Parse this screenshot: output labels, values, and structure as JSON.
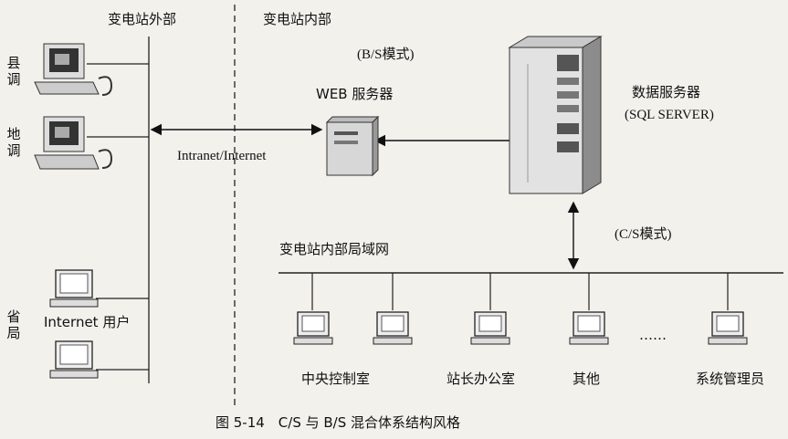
{
  "regions": {
    "outside": "变电站外部",
    "inside": "变电站内部"
  },
  "side_labels": {
    "county": "县调",
    "district": "地调",
    "province": "省局"
  },
  "labels": {
    "bs_mode": "(B/S模式)",
    "web_server": "WEB 服务器",
    "intranet": "Intranet/Internet",
    "data_server": "数据服务器",
    "sql_server": "(SQL SERVER)",
    "cs_mode": "(C/S模式)",
    "lan": "变电站内部局域网",
    "internet_user": "Internet 用户",
    "ellipsis": "……"
  },
  "clients": [
    "中央控制室",
    "站长办公室",
    "其他",
    "系统管理员"
  ],
  "caption": "图 5-14　C/S 与 B/S 混合体系结构风格"
}
